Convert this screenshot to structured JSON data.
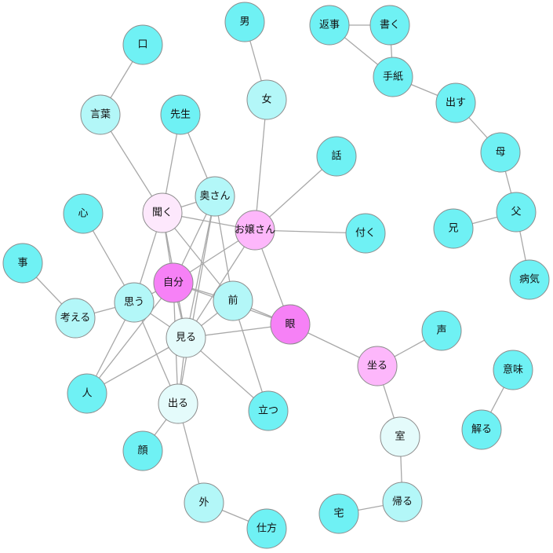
{
  "diagram": {
    "type": "co-occurrence-network",
    "colors": {
      "edge": "#a8a8a8",
      "node_border": "#8c8c8c",
      "degree_level_0": "#6ff1f4",
      "degree_level_1": "#b3f7f8",
      "degree_level_2": "#e4fbfb",
      "degree_level_3": "#fde8fc",
      "degree_level_4": "#fdb7fb",
      "degree_level_5": "#f681f6"
    },
    "nodes": [
      {
        "id": "kuchi",
        "label": "口",
        "color_level": 0
      },
      {
        "id": "kotoba",
        "label": "言葉",
        "color_level": 1
      },
      {
        "id": "otoko",
        "label": "男",
        "color_level": 0
      },
      {
        "id": "onna",
        "label": "女",
        "color_level": 1
      },
      {
        "id": "henji",
        "label": "返事",
        "color_level": 0
      },
      {
        "id": "kaku",
        "label": "書く",
        "color_level": 0
      },
      {
        "id": "tegami",
        "label": "手紙",
        "color_level": 0
      },
      {
        "id": "dasu",
        "label": "出す",
        "color_level": 0
      },
      {
        "id": "haha",
        "label": "母",
        "color_level": 0
      },
      {
        "id": "chichi",
        "label": "父",
        "color_level": 0
      },
      {
        "id": "ani",
        "label": "兄",
        "color_level": 0
      },
      {
        "id": "byouki",
        "label": "病気",
        "color_level": 0
      },
      {
        "id": "sensei",
        "label": "先生",
        "color_level": 0
      },
      {
        "id": "hanashi",
        "label": "話",
        "color_level": 0
      },
      {
        "id": "okusan",
        "label": "奥さん",
        "color_level": 1
      },
      {
        "id": "kiku",
        "label": "聞く",
        "color_level": 3
      },
      {
        "id": "ojousan",
        "label": "お嬢さん",
        "color_level": 4
      },
      {
        "id": "tsuku",
        "label": "付く",
        "color_level": 0
      },
      {
        "id": "kokoro",
        "label": "心",
        "color_level": 0
      },
      {
        "id": "koto",
        "label": "事",
        "color_level": 0
      },
      {
        "id": "jibun",
        "label": "自分",
        "color_level": 5
      },
      {
        "id": "omou",
        "label": "思う",
        "color_level": 1
      },
      {
        "id": "kangaeru",
        "label": "考える",
        "color_level": 1
      },
      {
        "id": "mae",
        "label": "前",
        "color_level": 1
      },
      {
        "id": "me",
        "label": "眼",
        "color_level": 5
      },
      {
        "id": "koe",
        "label": "声",
        "color_level": 0
      },
      {
        "id": "miru",
        "label": "見る",
        "color_level": 2
      },
      {
        "id": "hito",
        "label": "人",
        "color_level": 0
      },
      {
        "id": "suwaru",
        "label": "坐る",
        "color_level": 4
      },
      {
        "id": "imi",
        "label": "意味",
        "color_level": 0
      },
      {
        "id": "deru",
        "label": "出る",
        "color_level": 2
      },
      {
        "id": "tatsu",
        "label": "立つ",
        "color_level": 0
      },
      {
        "id": "shitsu",
        "label": "室",
        "color_level": 2
      },
      {
        "id": "wakaru",
        "label": "解る",
        "color_level": 0
      },
      {
        "id": "kao",
        "label": "顔",
        "color_level": 0
      },
      {
        "id": "soto",
        "label": "外",
        "color_level": 1
      },
      {
        "id": "taku",
        "label": "宅",
        "color_level": 0
      },
      {
        "id": "kaeru",
        "label": "帰る",
        "color_level": 1
      },
      {
        "id": "shikata",
        "label": "仕方",
        "color_level": 0
      }
    ],
    "edges": [
      [
        "kuchi",
        "kotoba"
      ],
      [
        "kotoba",
        "kiku"
      ],
      [
        "otoko",
        "onna"
      ],
      [
        "onna",
        "ojousan"
      ],
      [
        "henji",
        "kaku"
      ],
      [
        "henji",
        "tegami"
      ],
      [
        "kaku",
        "tegami"
      ],
      [
        "tegami",
        "dasu"
      ],
      [
        "dasu",
        "haha"
      ],
      [
        "haha",
        "chichi"
      ],
      [
        "chichi",
        "ani"
      ],
      [
        "chichi",
        "byouki"
      ],
      [
        "sensei",
        "kiku"
      ],
      [
        "sensei",
        "okusan"
      ],
      [
        "hanashi",
        "ojousan"
      ],
      [
        "okusan",
        "kiku"
      ],
      [
        "okusan",
        "jibun"
      ],
      [
        "okusan",
        "miru"
      ],
      [
        "okusan",
        "deru"
      ],
      [
        "okusan",
        "mae"
      ],
      [
        "kiku",
        "ojousan"
      ],
      [
        "kiku",
        "jibun"
      ],
      [
        "kiku",
        "omou"
      ],
      [
        "kiku",
        "miru"
      ],
      [
        "kiku",
        "mae"
      ],
      [
        "ojousan",
        "tsuku"
      ],
      [
        "ojousan",
        "jibun"
      ],
      [
        "ojousan",
        "me"
      ],
      [
        "ojousan",
        "miru"
      ],
      [
        "kokoro",
        "omou"
      ],
      [
        "koto",
        "kangaeru"
      ],
      [
        "kangaeru",
        "omou"
      ],
      [
        "jibun",
        "omou"
      ],
      [
        "jibun",
        "miru"
      ],
      [
        "jibun",
        "mae"
      ],
      [
        "jibun",
        "deru"
      ],
      [
        "jibun",
        "me"
      ],
      [
        "jibun",
        "hito"
      ],
      [
        "omou",
        "miru"
      ],
      [
        "omou",
        "deru"
      ],
      [
        "omou",
        "hito"
      ],
      [
        "mae",
        "miru"
      ],
      [
        "mae",
        "me"
      ],
      [
        "mae",
        "tatsu"
      ],
      [
        "me",
        "miru"
      ],
      [
        "me",
        "suwaru"
      ],
      [
        "miru",
        "hito"
      ],
      [
        "miru",
        "deru"
      ],
      [
        "miru",
        "tatsu"
      ],
      [
        "koe",
        "suwaru"
      ],
      [
        "suwaru",
        "shitsu"
      ],
      [
        "imi",
        "wakaru"
      ],
      [
        "deru",
        "kao"
      ],
      [
        "deru",
        "soto"
      ],
      [
        "soto",
        "shikata"
      ],
      [
        "shitsu",
        "kaeru"
      ],
      [
        "taku",
        "kaeru"
      ]
    ]
  }
}
